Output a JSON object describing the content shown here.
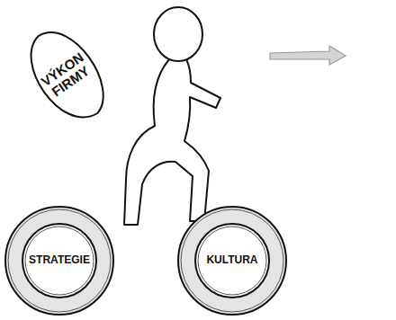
{
  "diagram": {
    "nodes": [
      {
        "text": [
          "VÝKON FIRMY"
        ]
      },
      {
        "text": [
          "STRATEGIE"
        ]
      },
      {
        "text": [
          "KULTURA"
        ]
      }
    ]
  }
}
